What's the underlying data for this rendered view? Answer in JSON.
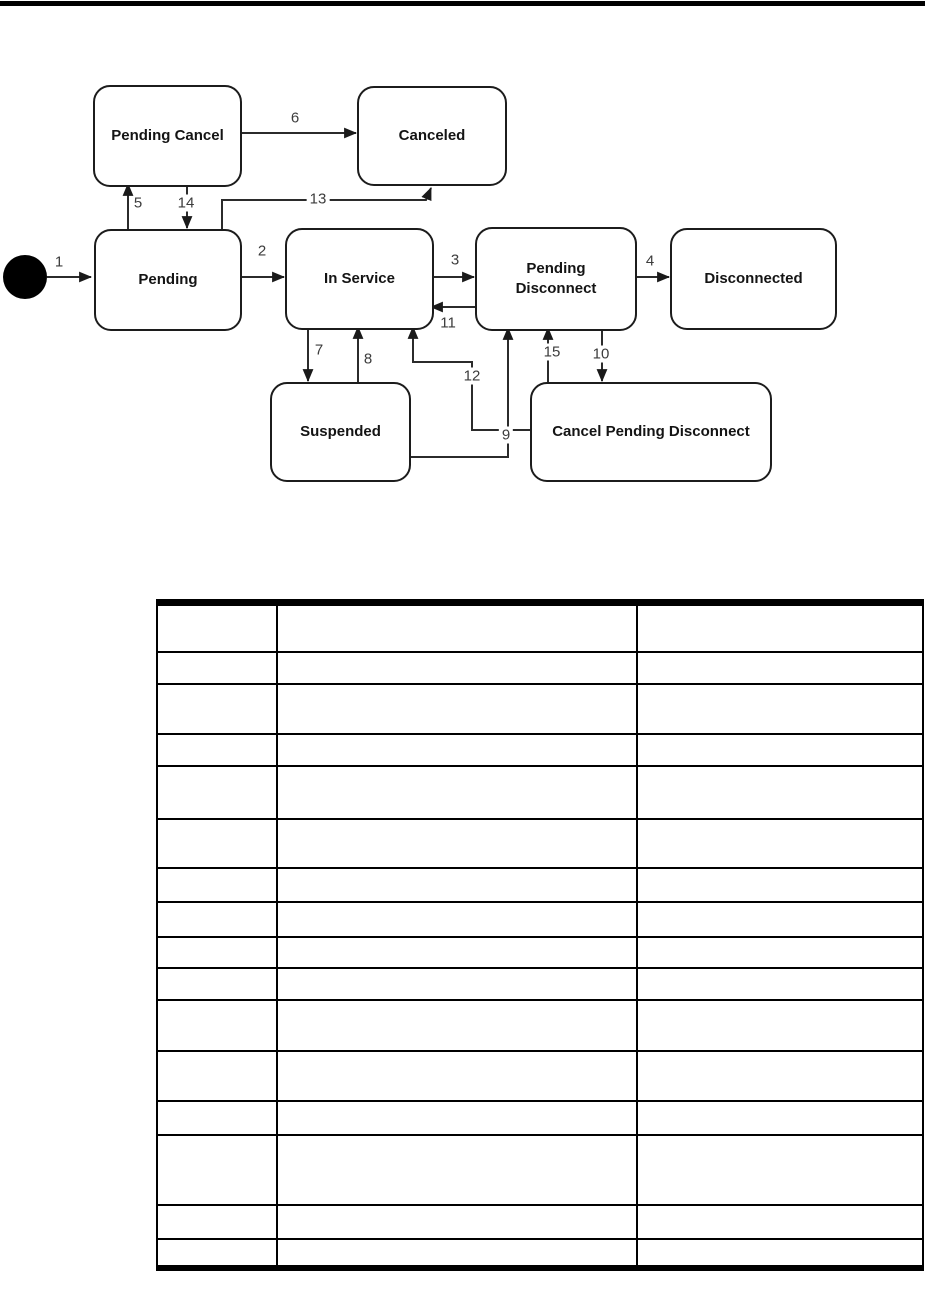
{
  "page": {
    "background": "#ffffff",
    "top_rule_color": "#000000"
  },
  "diagram": {
    "type": "state-machine",
    "initial_marker": "filled-circle",
    "colors": {
      "line": "#2b2b2b",
      "arrowhead": "#1a1a1a",
      "state_border": "#1c1c1c",
      "state_fill": "#ffffff",
      "state_text": "#141414",
      "transition_number_text": "#3c3c3c"
    },
    "states": [
      {
        "id": "pending_cancel",
        "label": "Pending Cancel"
      },
      {
        "id": "canceled",
        "label": "Canceled"
      },
      {
        "id": "pending",
        "label": "Pending"
      },
      {
        "id": "in_service",
        "label": "In Service"
      },
      {
        "id": "pending_disconnect",
        "label": "Pending Disconnect"
      },
      {
        "id": "disconnected",
        "label": "Disconnected"
      },
      {
        "id": "suspended",
        "label": "Suspended"
      },
      {
        "id": "cancel_pending_disconnect",
        "label": "Cancel Pending Disconnect"
      }
    ],
    "transitions": [
      {
        "number": "1",
        "from": "initial",
        "to": "pending"
      },
      {
        "number": "2",
        "from": "pending",
        "to": "in_service"
      },
      {
        "number": "3",
        "from": "in_service",
        "to": "pending_disconnect"
      },
      {
        "number": "4",
        "from": "pending_disconnect",
        "to": "disconnected"
      },
      {
        "number": "5",
        "from": "pending",
        "to": "pending_cancel"
      },
      {
        "number": "6",
        "from": "pending_cancel",
        "to": "canceled"
      },
      {
        "number": "7",
        "from": "in_service",
        "to": "suspended"
      },
      {
        "number": "8",
        "from": "suspended",
        "to": "in_service"
      },
      {
        "number": "9",
        "from": "suspended",
        "to": "pending_disconnect"
      },
      {
        "number": "10",
        "from": "pending_disconnect",
        "to": "cancel_pending_disconnect"
      },
      {
        "number": "11",
        "from": "pending_disconnect",
        "to": "in_service"
      },
      {
        "number": "12",
        "from": "cancel_pending_disconnect",
        "to": "in_service"
      },
      {
        "number": "13",
        "from": "pending",
        "to": "canceled"
      },
      {
        "number": "14",
        "from": "pending_cancel",
        "to": "pending"
      },
      {
        "number": "15",
        "from": "cancel_pending_disconnect",
        "to": "pending_disconnect"
      }
    ]
  },
  "table": {
    "column_count": 3,
    "row_count": 16,
    "visible_text": ""
  }
}
